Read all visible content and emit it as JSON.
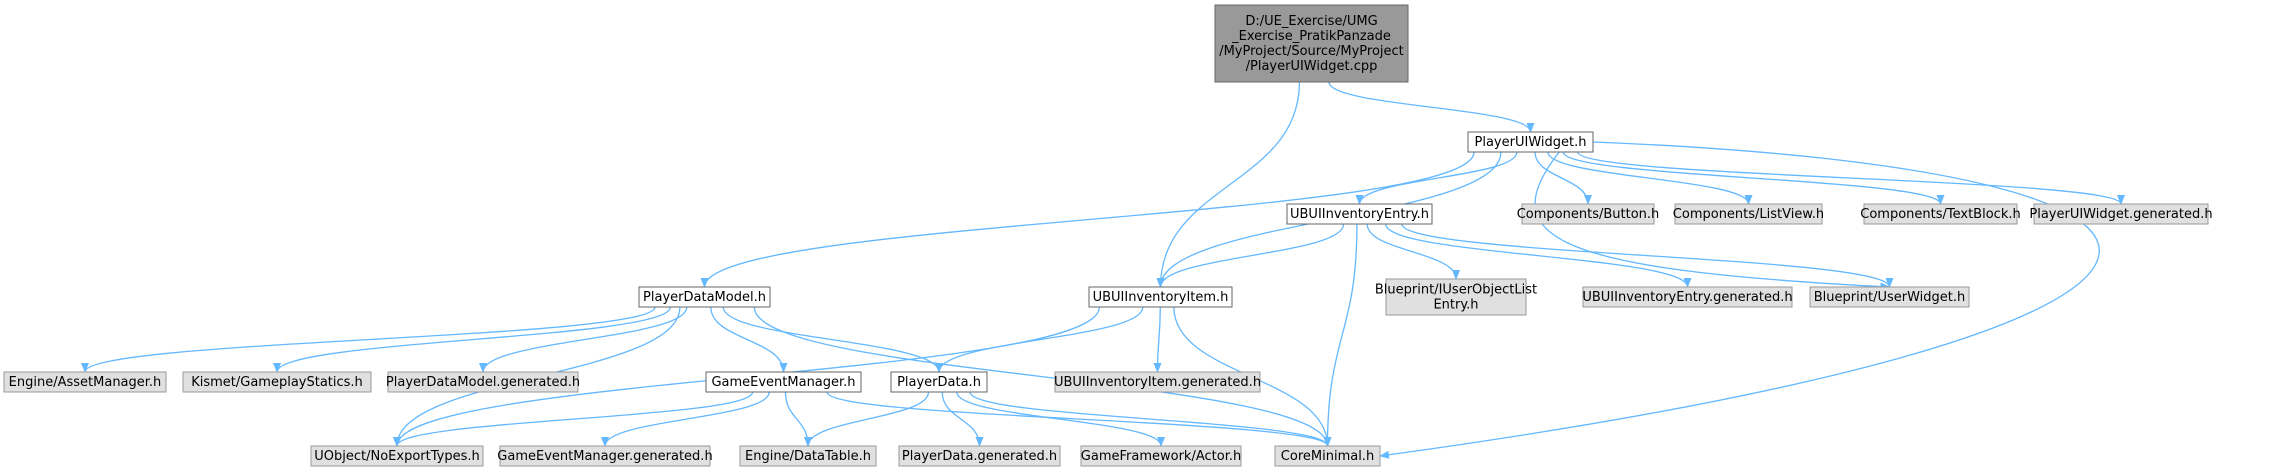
{
  "colors": {
    "root_fill": "#999999",
    "root_stroke": "#666666",
    "project_fill": "#ffffff",
    "project_stroke": "#666666",
    "external_fill": "#e0e0e0",
    "external_stroke": "#999999",
    "edge": "#63b8ff"
  },
  "nodes": [
    {
      "id": "root",
      "kind": "root",
      "lines": [
        "D:/UE_Exercise/UMG",
        "_Exercise_PratikPanzade",
        "/MyProject/Source/MyProject",
        "/PlayerUIWidget.cpp"
      ]
    },
    {
      "id": "playeruiwidget_h",
      "kind": "project",
      "lines": [
        "PlayerUIWidget.h"
      ]
    },
    {
      "id": "ubuiinventoryentry_h",
      "kind": "project",
      "lines": [
        "UBUIInventoryEntry.h"
      ]
    },
    {
      "id": "components_button_h",
      "kind": "external",
      "lines": [
        "Components/Button.h"
      ]
    },
    {
      "id": "components_listview_h",
      "kind": "external",
      "lines": [
        "Components/ListView.h"
      ]
    },
    {
      "id": "components_textblock_h",
      "kind": "external",
      "lines": [
        "Components/TextBlock.h"
      ]
    },
    {
      "id": "playeruiwidget_generated_h",
      "kind": "external",
      "lines": [
        "PlayerUIWidget.generated.h"
      ]
    },
    {
      "id": "playerdatamodel_h",
      "kind": "project",
      "lines": [
        "PlayerDataModel.h"
      ]
    },
    {
      "id": "ubuiinventoryitem_h",
      "kind": "project",
      "lines": [
        "UBUIInventoryItem.h"
      ]
    },
    {
      "id": "blueprint_iuserobjectlistentry_h",
      "kind": "external",
      "lines": [
        "Blueprint/IUserObjectList",
        "Entry.h"
      ]
    },
    {
      "id": "ubuiinventoryentry_generated_h",
      "kind": "external",
      "lines": [
        "UBUIInventoryEntry.generated.h"
      ]
    },
    {
      "id": "blueprint_userwidget_h",
      "kind": "external",
      "lines": [
        "Blueprint/UserWidget.h"
      ]
    },
    {
      "id": "engine_assetmanager_h",
      "kind": "external",
      "lines": [
        "Engine/AssetManager.h"
      ]
    },
    {
      "id": "kismet_gameplaystatics_h",
      "kind": "external",
      "lines": [
        "Kismet/GameplayStatics.h"
      ]
    },
    {
      "id": "playerdatamodel_generated_h",
      "kind": "external",
      "lines": [
        "PlayerDataModel.generated.h"
      ]
    },
    {
      "id": "gameeventmanager_h",
      "kind": "project",
      "lines": [
        "GameEventManager.h"
      ]
    },
    {
      "id": "playerdata_h",
      "kind": "project",
      "lines": [
        "PlayerData.h"
      ]
    },
    {
      "id": "ubuiinventoryitem_generated_h",
      "kind": "external",
      "lines": [
        "UBUIInventoryItem.generated.h"
      ]
    },
    {
      "id": "uobject_noexporttypes_h",
      "kind": "external",
      "lines": [
        "UObject/NoExportTypes.h"
      ]
    },
    {
      "id": "gameeventmanager_generated_h",
      "kind": "external",
      "lines": [
        "GameEventManager.generated.h"
      ]
    },
    {
      "id": "engine_datatable_h",
      "kind": "external",
      "lines": [
        "Engine/DataTable.h"
      ]
    },
    {
      "id": "playerdata_generated_h",
      "kind": "external",
      "lines": [
        "PlayerData.generated.h"
      ]
    },
    {
      "id": "gameframework_actor_h",
      "kind": "external",
      "lines": [
        "GameFramework/Actor.h"
      ]
    },
    {
      "id": "coreminimal_h",
      "kind": "external",
      "lines": [
        "CoreMinimal.h"
      ]
    }
  ],
  "edges": [
    {
      "from": "root",
      "to": "playeruiwidget_h"
    },
    {
      "from": "root",
      "to": "ubuiinventoryitem_h"
    },
    {
      "from": "playeruiwidget_h",
      "to": "ubuiinventoryentry_h"
    },
    {
      "from": "playeruiwidget_h",
      "to": "components_button_h"
    },
    {
      "from": "playeruiwidget_h",
      "to": "components_listview_h"
    },
    {
      "from": "playeruiwidget_h",
      "to": "components_textblock_h"
    },
    {
      "from": "playeruiwidget_h",
      "to": "playeruiwidget_generated_h"
    },
    {
      "from": "playeruiwidget_h",
      "to": "playerdatamodel_h"
    },
    {
      "from": "playeruiwidget_h",
      "to": "ubuiinventoryitem_h"
    },
    {
      "from": "playeruiwidget_h",
      "to": "blueprint_userwidget_h"
    },
    {
      "from": "playeruiwidget_h",
      "to": "coreminimal_h"
    },
    {
      "from": "ubuiinventoryentry_h",
      "to": "ubuiinventoryitem_h"
    },
    {
      "from": "ubuiinventoryentry_h",
      "to": "blueprint_iuserobjectlistentry_h"
    },
    {
      "from": "ubuiinventoryentry_h",
      "to": "ubuiinventoryentry_generated_h"
    },
    {
      "from": "ubuiinventoryentry_h",
      "to": "blueprint_userwidget_h"
    },
    {
      "from": "ubuiinventoryentry_h",
      "to": "coreminimal_h"
    },
    {
      "from": "ubuiinventoryitem_h",
      "to": "playerdata_h"
    },
    {
      "from": "ubuiinventoryitem_h",
      "to": "ubuiinventoryitem_generated_h"
    },
    {
      "from": "ubuiinventoryitem_h",
      "to": "uobject_noexporttypes_h"
    },
    {
      "from": "ubuiinventoryitem_h",
      "to": "coreminimal_h"
    },
    {
      "from": "playerdatamodel_h",
      "to": "engine_assetmanager_h"
    },
    {
      "from": "playerdatamodel_h",
      "to": "kismet_gameplaystatics_h"
    },
    {
      "from": "playerdatamodel_h",
      "to": "playerdatamodel_generated_h"
    },
    {
      "from": "playerdatamodel_h",
      "to": "gameeventmanager_h"
    },
    {
      "from": "playerdatamodel_h",
      "to": "playerdata_h"
    },
    {
      "from": "playerdatamodel_h",
      "to": "uobject_noexporttypes_h"
    },
    {
      "from": "playerdatamodel_h",
      "to": "coreminimal_h"
    },
    {
      "from": "gameeventmanager_h",
      "to": "uobject_noexporttypes_h"
    },
    {
      "from": "gameeventmanager_h",
      "to": "gameeventmanager_generated_h"
    },
    {
      "from": "gameeventmanager_h",
      "to": "engine_datatable_h"
    },
    {
      "from": "gameeventmanager_h",
      "to": "coreminimal_h"
    },
    {
      "from": "playerdata_h",
      "to": "engine_datatable_h"
    },
    {
      "from": "playerdata_h",
      "to": "playerdata_generated_h"
    },
    {
      "from": "playerdata_h",
      "to": "gameframework_actor_h"
    },
    {
      "from": "playerdata_h",
      "to": "coreminimal_h"
    }
  ]
}
